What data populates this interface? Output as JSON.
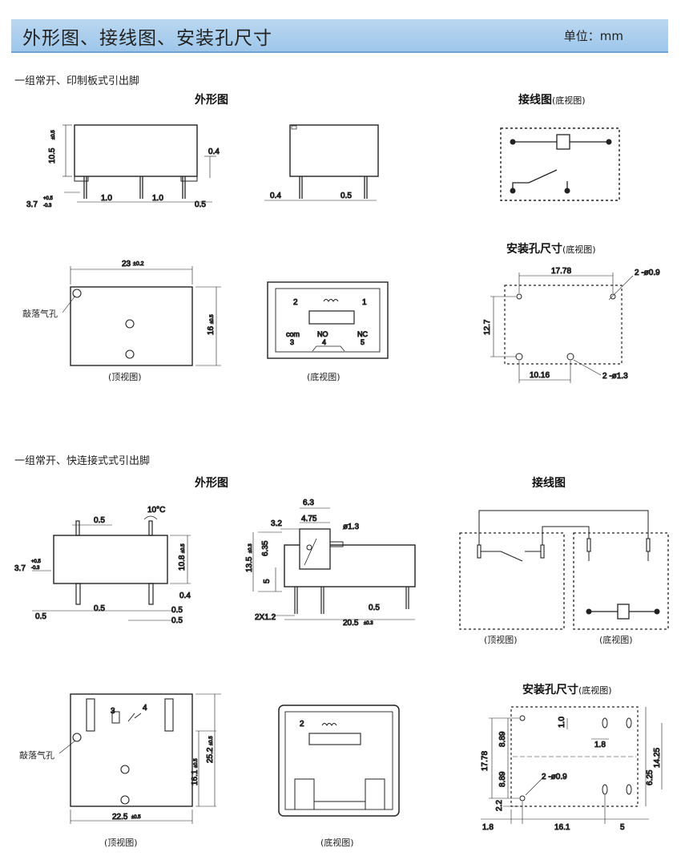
{
  "header": {
    "title": "外形图、接线图、安装孔尺寸",
    "unit": "单位：mm"
  },
  "section1": {
    "caption": "一组常开、印制板式引出脚",
    "outline_title": "外形图",
    "wiring_title": "接线图",
    "wiring_sub": "(底视图)",
    "mount_title": "安装孔尺寸",
    "mount_sub": "(底视图)",
    "top_view": "(顶视图)",
    "bottom_view": "(底视图)",
    "vent_label": "敲落气孔",
    "dims": {
      "h10_5": "10.5",
      "h10_5_tol": "±0.5",
      "d0_4_a": "0.4",
      "d3_7": "3.7",
      "tol_p": "+0.5",
      "tol_m": "-0.3",
      "d1_0_a": "1.0",
      "d1_0_b": "1.0",
      "d0_5_a": "0.5",
      "d0_4_b": "0.4",
      "d0_5_b": "0.5",
      "w23": "23",
      "w23_tol": "±0.2",
      "h16": "16",
      "h16_tol": "±0.5",
      "d17_78": "17.78",
      "d12_7": "12.7",
      "d10_16": "10.16",
      "hole_0_9": "2 -ø0.9",
      "hole_1_3": "2 -ø1.3"
    },
    "pins": {
      "p1": "1",
      "p2": "2",
      "p3": "3",
      "p4": "4",
      "p5": "5",
      "com": "com",
      "no": "NO",
      "nc": "NC"
    }
  },
  "section2": {
    "caption": "一组常开、快连接式式引出脚",
    "outline_title": "外形图",
    "wiring_title": "接线图",
    "mount_title": "安装孔尺寸",
    "mount_sub": "(底视图)",
    "top_view": "(顶视图)",
    "bottom_view": "(底视图)",
    "vent_label": "敲落气孔",
    "dims": {
      "d0_5_top": "0.5",
      "angle": "10°C",
      "d3_7": "3.7",
      "tol_p": "+0.5",
      "tol_m": "-0.3",
      "h10_8": "10.8",
      "h10_8_tol": "±0.5",
      "d0_4": "0.4",
      "d0_5_l": "0.5",
      "d0_5_m": "0.5",
      "d0_5_r1": "0.5",
      "d0_5_r2": "0.5",
      "d6_3": "6.3",
      "d3_2": "3.2",
      "d4_75": "4.75",
      "dia1_3": "ø1.3",
      "h6_35": "6.35",
      "h13_5": "13.5",
      "h13_5_tol": "±0.3",
      "h5": "5",
      "d2x1_2": "2X1.2",
      "d0_5_s": "0.5",
      "d20_5": "20.5",
      "d20_5_tol": "±0.3",
      "w22_5": "22.5",
      "w22_5_tol": "±0.5",
      "h16_1": "16.1",
      "h16_1_tol": "±0.5",
      "h25_2": "25.2",
      "h25_2_tol": "±0.5",
      "m17_78": "17.78",
      "m8_89_a": "8.89",
      "m8_89_b": "8.89",
      "m2_2": "2.2",
      "m1_0": "1.0",
      "m1_8_a": "1.8",
      "m14_25": "14.25",
      "m6_25": "6.25",
      "hole_0_9": "2 -ø0.9",
      "m1_8_b": "1.8",
      "m16_1": "16.1",
      "m5": "5"
    },
    "pins": {
      "p2": "2",
      "p3": "3",
      "p4": "4"
    }
  }
}
